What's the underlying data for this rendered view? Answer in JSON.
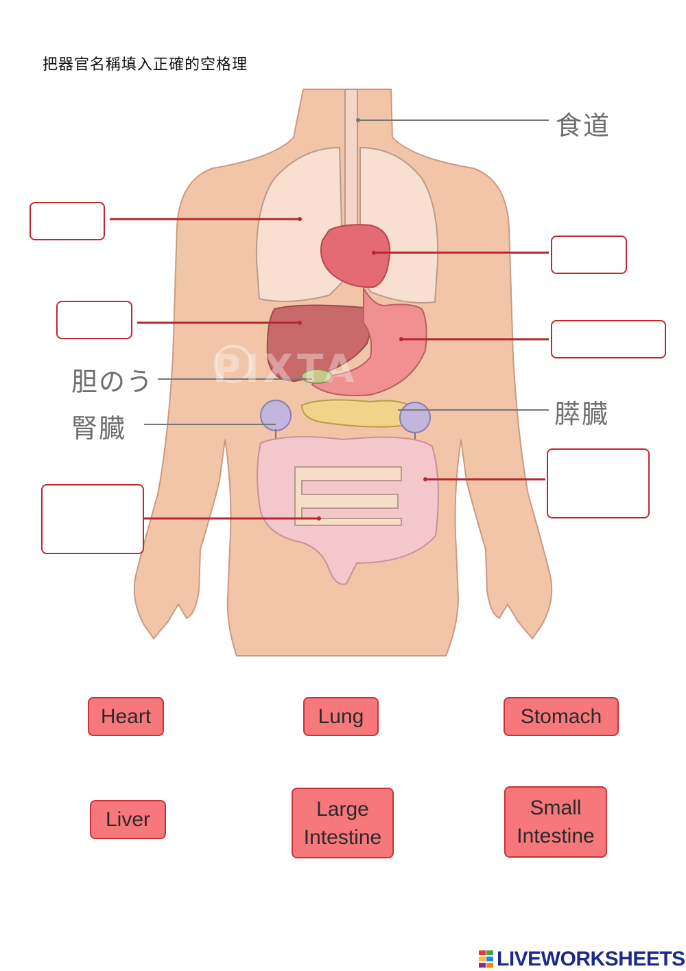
{
  "instruction": "把器官名稱填入正確的空格理",
  "labels": {
    "esophagus": "食道",
    "gallbladder": "胆のう",
    "kidney": "腎臓",
    "pancreas": "膵臓"
  },
  "watermark": "PIXTA",
  "word_bank": [
    {
      "label": "Heart"
    },
    {
      "label": "Lung"
    },
    {
      "label": "Stomach"
    },
    {
      "label": "Liver"
    },
    {
      "label": "Large\nIntestine"
    },
    {
      "label": "Small\nIntestine"
    }
  ],
  "brand": "LIVEWORKSHEETS",
  "colors": {
    "chip_fill": "#f6787b",
    "chip_border": "#c9303a",
    "box_border": "#c0272d",
    "skin": "#f2c4a8",
    "brand": "#1b2a8a"
  }
}
